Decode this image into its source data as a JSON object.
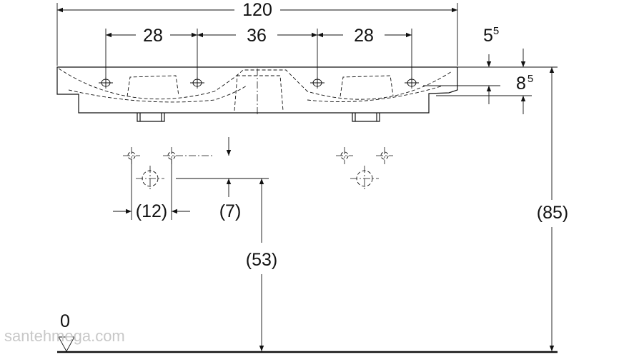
{
  "dimensions": {
    "overall_width": "120",
    "left_spacing": "28",
    "center_spacing": "36",
    "right_spacing": "28",
    "rim_thickness_main": "5",
    "rim_thickness_sup": "5",
    "top_offset_main": "8",
    "top_offset_sup": "5",
    "mount_spacing": "(12)",
    "mount_offset": "(7)",
    "drain_height": "(53)",
    "total_height": "(85)",
    "floor_level": "0"
  },
  "watermark": "santehmega.com"
}
